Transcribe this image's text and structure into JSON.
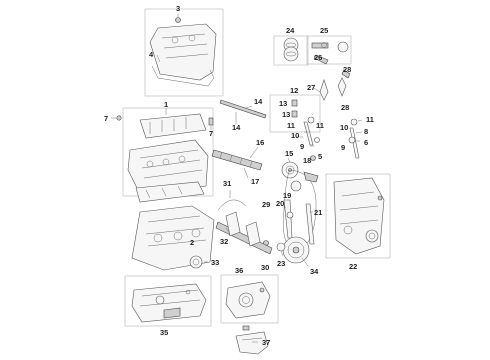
{
  "callouts": {
    "c1": "1",
    "c2": "2",
    "c3": "3",
    "c4": "4",
    "c5": "5",
    "c6": "6",
    "c7": "7",
    "c8": "8",
    "c9": "9",
    "c10": "10",
    "c11": "11",
    "c12": "12",
    "c13": "13",
    "c14": "14",
    "c15": "15",
    "c16": "16",
    "c17": "17",
    "c18": "18",
    "c19": "19",
    "c20": "20",
    "c21": "21",
    "c22": "22",
    "c23": "23",
    "c24": "24",
    "c25": "25",
    "c26": "26",
    "c27": "27",
    "c28": "28",
    "c29": "29",
    "c30": "30",
    "c31": "31",
    "c32": "32",
    "c33": "33",
    "c34": "34",
    "c35": "35",
    "c36": "36",
    "c37": "37"
  }
}
